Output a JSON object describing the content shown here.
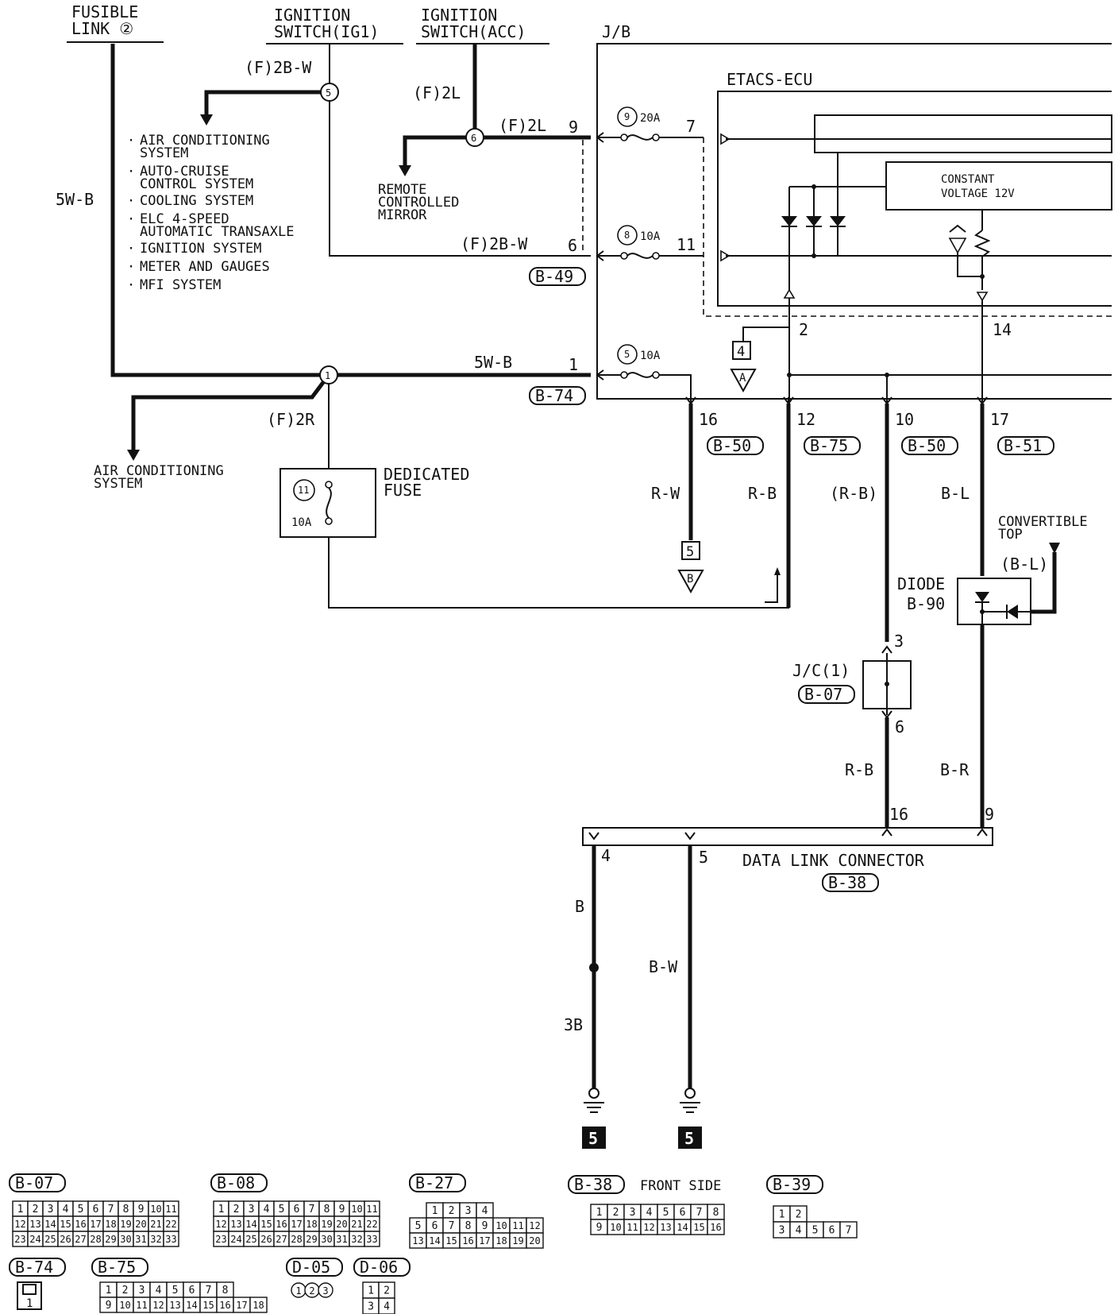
{
  "sources": {
    "fusible_link": [
      "FUSIBLE",
      "LINK ②"
    ],
    "ig1": [
      "IGNITION",
      "SWITCH(IG1)"
    ],
    "acc": [
      "IGNITION",
      "SWITCH(ACC)"
    ]
  },
  "jb": "J/B",
  "etacs": "ETACS-ECU",
  "constant_voltage": [
    "CONSTANT",
    "VOLTAGE 12V"
  ],
  "wires": {
    "f2bw": "(F)2B-W",
    "f2l": "(F)2L",
    "f2r": "(F)2R",
    "w5wb": "5W-B",
    "rw": "R-W",
    "rb": "R-B",
    "rb_paren": "(R-B)",
    "bl": "B-L",
    "bl_paren": "(B-L)",
    "br": "B-R",
    "b": "B",
    "bw": "B-W",
    "b3": "3B"
  },
  "systems": [
    "AIR CONDITIONING",
    "SYSTEM",
    "AUTO-CRUISE",
    "CONTROL SYSTEM",
    "COOLING SYSTEM",
    "ELC 4-SPEED",
    "AUTOMATIC TRANSAXLE",
    "IGNITION SYSTEM",
    "METER AND GAUGES",
    "MFI SYSTEM"
  ],
  "remote_mirror": [
    "REMOTE",
    "CONTROLLED",
    "MIRROR"
  ],
  "aircon_system": [
    "AIR CONDITIONING",
    "SYSTEM"
  ],
  "dedicated_fuse": [
    "DEDICATED",
    "FUSE"
  ],
  "fuses": {
    "f9": {
      "num": "9",
      "amp": "20A"
    },
    "f8": {
      "num": "8",
      "amp": "10A"
    },
    "f5": {
      "num": "5",
      "amp": "10A"
    },
    "f11": {
      "num": "11",
      "amp": "10A"
    }
  },
  "pins": {
    "p9": "9",
    "p7": "7",
    "p6": "6",
    "p11": "11",
    "p1": "1",
    "p2": "2",
    "p14": "14",
    "p16": "16",
    "p12": "12",
    "p10": "10",
    "p17": "17",
    "p3": "3",
    "p6b": "6",
    "p16b": "16",
    "p9b": "9",
    "p4": "4",
    "p5": "5"
  },
  "splices": [
    "5",
    "6",
    "1"
  ],
  "connectors": {
    "b49": "B-49",
    "b74": "B-74",
    "b50a": "B-50",
    "b75": "B-75",
    "b50b": "B-50",
    "b51": "B-51",
    "b07": "B-07",
    "b38": "B-38"
  },
  "refs": {
    "r4": "4",
    "rA": "A",
    "r5": "5",
    "rB": "B"
  },
  "convertible_top": [
    "CONVERTIBLE",
    "TOP"
  ],
  "diode": [
    "DIODE",
    "B-90"
  ],
  "jc": "J/C(1)",
  "dlc": "DATA LINK CONNECTOR",
  "grounds": [
    "5",
    "5"
  ],
  "views": {
    "b07": "B-07",
    "b08": "B-08",
    "b27": "B-27",
    "b38": "B-38",
    "b38_note": "FRONT SIDE",
    "b39": "B-39",
    "b74": "B-74",
    "b75": "B-75",
    "d05": "D-05",
    "d06": "D-06",
    "b07_rows": [
      [
        "1",
        "2",
        "3",
        "4",
        "5",
        "6",
        "7",
        "8",
        "9",
        "10",
        "11"
      ],
      [
        "12",
        "13",
        "14",
        "15",
        "16",
        "17",
        "18",
        "19",
        "20",
        "21",
        "22"
      ],
      [
        "23",
        "24",
        "25",
        "26",
        "27",
        "28",
        "29",
        "30",
        "31",
        "32",
        "33"
      ]
    ],
    "b27_rows": [
      [
        "1",
        "2",
        "3",
        "4"
      ],
      [
        "5",
        "6",
        "7",
        "8",
        "9",
        "10",
        "11",
        "12"
      ],
      [
        "13",
        "14",
        "15",
        "16",
        "17",
        "18",
        "19",
        "20"
      ]
    ],
    "b38_rows": [
      [
        "1",
        "2",
        "3",
        "4",
        "5",
        "6",
        "7",
        "8"
      ],
      [
        "9",
        "10",
        "11",
        "12",
        "13",
        "14",
        "15",
        "16"
      ]
    ],
    "b39_rows": [
      [
        "1",
        "2"
      ],
      [
        "3",
        "4",
        "5",
        "6",
        "7"
      ]
    ],
    "b74_pin": "1",
    "b75_rows": [
      [
        "1",
        "2",
        "3",
        "4",
        "5",
        "6",
        "7",
        "8"
      ],
      [
        "9",
        "10",
        "11",
        "12",
        "13",
        "14",
        "15",
        "16",
        "17",
        "18"
      ]
    ],
    "d05_pins": [
      "1",
      "2",
      "3"
    ],
    "d06_rows": [
      [
        "1",
        "2"
      ],
      [
        "3",
        "4"
      ]
    ]
  }
}
